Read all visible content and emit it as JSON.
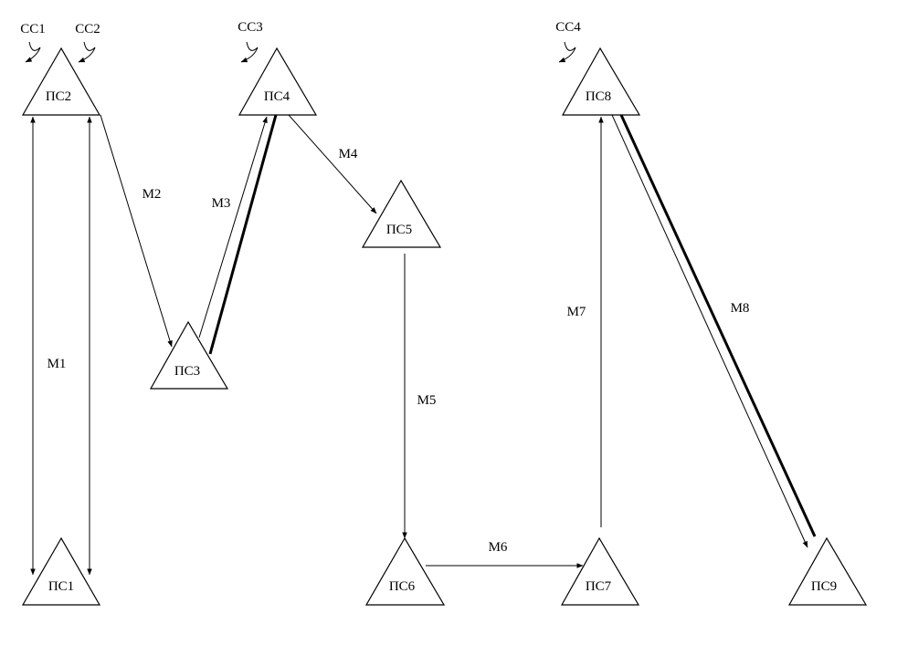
{
  "nodes": {
    "ps1": "ПС1",
    "ps2": "ПС2",
    "ps3": "ПС3",
    "ps4": "ПС4",
    "ps5": "ПС5",
    "ps6": "ПС6",
    "ps7": "ПС7",
    "ps8": "ПС8",
    "ps9": "ПС9"
  },
  "signals": {
    "cc1": "СС1",
    "cc2": "СС2",
    "cc3": "СС3",
    "cc4": "СС4"
  },
  "edges": {
    "m1": "M1",
    "m2": "M2",
    "m3": "M3",
    "m4": "M4",
    "m5": "M5",
    "m6": "M6",
    "m7": "M7",
    "m8": "M8"
  }
}
